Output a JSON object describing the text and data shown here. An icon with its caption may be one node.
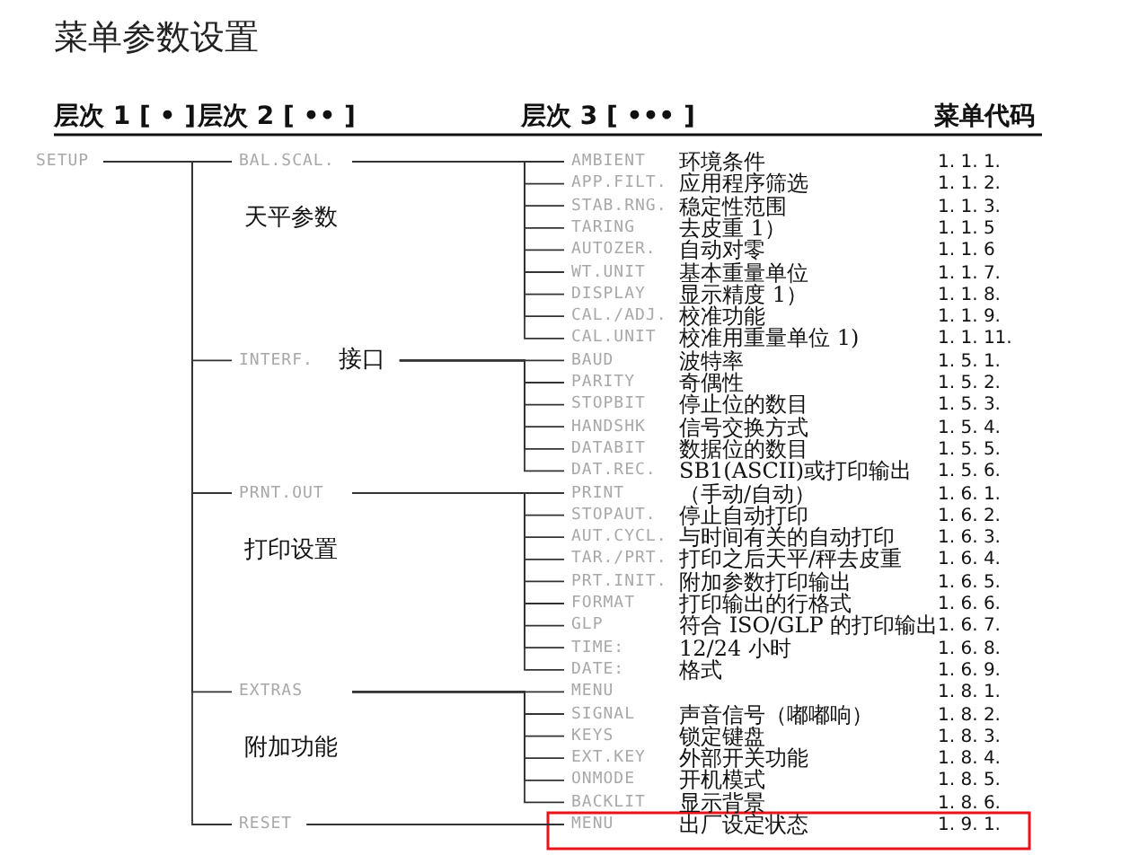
{
  "diagram": {
    "title": "菜单参数设置",
    "nodes": [
      {
        "text": [
          "SETUP"
        ]
      },
      {
        "text": [
          "BAL.SCAL.",
          "天平参数"
        ]
      },
      {
        "text": [
          "AMBIENT",
          "环境条件"
        ],
        "beside": [
          "1. 1. 1."
        ]
      },
      {
        "text": [
          "APP.FILT.",
          "应用程序筛选"
        ],
        "beside": [
          "1. 1. 2."
        ]
      },
      {
        "text": [
          "STAB.RNG.",
          "稳定性范围"
        ],
        "beside": [
          "1. 1. 3."
        ]
      },
      {
        "text": [
          "TARING",
          "去皮重 1）"
        ],
        "beside": [
          "1. 1. 5"
        ]
      },
      {
        "text": [
          "AUTOZER.",
          "自动对零"
        ],
        "beside": [
          "1. 1. 6"
        ]
      },
      {
        "text": [
          "WT.UNIT",
          "基本重量单位"
        ],
        "beside": [
          "1. 1. 7."
        ]
      },
      {
        "text": [
          "DISPLAY",
          "显示精度 1）"
        ],
        "beside": [
          "1. 1. 8."
        ]
      },
      {
        "text": [
          "CAL./ADJ.",
          "校准功能"
        ],
        "beside": [
          "1. 1. 9."
        ]
      },
      {
        "text": [
          "CAL.UNIT",
          "校准用重量单位 1)"
        ],
        "beside": [
          "1. 1. 11."
        ]
      },
      {
        "text": [
          "INTERF.",
          "接口"
        ]
      },
      {
        "text": [
          "BAUD",
          "波特率"
        ],
        "beside": [
          "1. 5. 1."
        ]
      },
      {
        "text": [
          "PARITY",
          "奇偶性"
        ],
        "beside": [
          "1. 5. 2."
        ]
      },
      {
        "text": [
          "STOPBIT",
          "停止位的数目"
        ],
        "beside": [
          "1. 5. 3."
        ]
      },
      {
        "text": [
          "HANDSHK",
          "信号交换方式"
        ],
        "beside": [
          "1. 5. 4."
        ]
      },
      {
        "text": [
          "DATABIT",
          "数据位的数目"
        ],
        "beside": [
          "1. 5. 5."
        ]
      },
      {
        "text": [
          "DAT.REC.",
          "SB1(ASCII)或打印输出"
        ],
        "beside": [
          "1. 5. 6."
        ]
      },
      {
        "text": [
          "PRNT.OUT",
          "打印设置"
        ]
      },
      {
        "text": [
          "PRINT",
          "（手动/自动）"
        ],
        "beside": [
          "1. 6. 1."
        ]
      },
      {
        "text": [
          "STOPAUT.",
          "停止自动打印"
        ],
        "beside": [
          "1. 6. 2."
        ]
      },
      {
        "text": [
          "AUT.CYCL.",
          "与时间有关的自动打印"
        ],
        "beside": [
          "1. 6. 3."
        ]
      },
      {
        "text": [
          "TAR./PRT.",
          "打印之后天平/秤去皮重"
        ],
        "beside": [
          "1. 6. 4."
        ]
      },
      {
        "text": [
          "PRT.INIT.",
          "附加参数打印输出"
        ],
        "beside": [
          "1. 6. 5."
        ]
      },
      {
        "text": [
          "FORMAT",
          "打印输出的行格式"
        ],
        "beside": [
          "1. 6. 6."
        ]
      },
      {
        "text": [
          "GLP",
          "符合 ISO/GLP 的打印输出"
        ],
        "beside": [
          "1. 6. 7."
        ]
      },
      {
        "text": [
          "TIME:",
          "12/24 小时"
        ],
        "beside": [
          "1. 6. 8."
        ]
      },
      {
        "text": [
          "DATE:",
          "格式"
        ],
        "beside": [
          "1. 6. 9."
        ]
      },
      {
        "text": [
          "EXTRAS",
          "附加功能"
        ]
      },
      {
        "text": [
          "MENU"
        ],
        "beside": [
          "1. 8. 1."
        ]
      },
      {
        "text": [
          "SIGNAL",
          "声音信号（嘟嘟响）"
        ],
        "beside": [
          "1. 8. 2."
        ]
      },
      {
        "text": [
          "KEYS",
          "锁定键盘"
        ],
        "beside": [
          "1. 8. 3."
        ]
      },
      {
        "text": [
          "EXT.KEY",
          "外部开关功能"
        ],
        "beside": [
          "1. 8. 4."
        ]
      },
      {
        "text": [
          "ONMODE",
          "开机模式"
        ],
        "beside": [
          "1. 8. 5."
        ]
      },
      {
        "text": [
          "BACKLIT",
          "显示背景"
        ],
        "beside": [
          "1. 8. 6."
        ]
      },
      {
        "text": [
          "RESET"
        ]
      },
      {
        "text": [
          "MENU",
          "出厂设定状态"
        ],
        "beside": [
          "1. 9. 1."
        ]
      }
    ],
    "edges": [
      {
        "from": 0,
        "to": 1,
        "arrow": "none"
      },
      {
        "from": 0,
        "to": 11,
        "arrow": "none"
      },
      {
        "from": 0,
        "to": 18,
        "arrow": "none"
      },
      {
        "from": 0,
        "to": 28,
        "arrow": "none"
      },
      {
        "from": 0,
        "to": 35,
        "arrow": "none"
      },
      {
        "from": 1,
        "to": 2,
        "arrow": "none"
      },
      {
        "from": 1,
        "to": 3,
        "arrow": "none"
      },
      {
        "from": 1,
        "to": 4,
        "arrow": "none"
      },
      {
        "from": 1,
        "to": 5,
        "arrow": "none"
      },
      {
        "from": 1,
        "to": 6,
        "arrow": "none"
      },
      {
        "from": 1,
        "to": 7,
        "arrow": "none"
      },
      {
        "from": 1,
        "to": 8,
        "arrow": "none"
      },
      {
        "from": 1,
        "to": 9,
        "arrow": "none"
      },
      {
        "from": 1,
        "to": 10,
        "arrow": "none"
      },
      {
        "from": 11,
        "to": 12,
        "arrow": "none"
      },
      {
        "from": 11,
        "to": 13,
        "arrow": "none"
      },
      {
        "from": 11,
        "to": 14,
        "arrow": "none"
      },
      {
        "from": 11,
        "to": 15,
        "arrow": "none"
      },
      {
        "from": 11,
        "to": 16,
        "arrow": "none"
      },
      {
        "from": 11,
        "to": 17,
        "arrow": "none"
      },
      {
        "from": 18,
        "to": 19,
        "arrow": "none"
      },
      {
        "from": 18,
        "to": 20,
        "arrow": "none"
      },
      {
        "from": 18,
        "to": 21,
        "arrow": "none"
      },
      {
        "from": 18,
        "to": 22,
        "arrow": "none"
      },
      {
        "from": 18,
        "to": 23,
        "arrow": "none"
      },
      {
        "from": 18,
        "to": 24,
        "arrow": "none"
      },
      {
        "from": 18,
        "to": 25,
        "arrow": "none"
      },
      {
        "from": 18,
        "to": 26,
        "arrow": "none"
      },
      {
        "from": 18,
        "to": 27,
        "arrow": "none"
      },
      {
        "from": 28,
        "to": 29,
        "arrow": "none"
      },
      {
        "from": 28,
        "to": 30,
        "arrow": "none"
      },
      {
        "from": 28,
        "to": 31,
        "arrow": "none"
      },
      {
        "from": 28,
        "to": 32,
        "arrow": "none"
      },
      {
        "from": 28,
        "to": 33,
        "arrow": "none"
      },
      {
        "from": 28,
        "to": 34,
        "arrow": "none"
      },
      {
        "from": 35,
        "to": 36,
        "arrow": "none"
      }
    ],
    "labels": [
      "层次 1 [ • ]",
      "层次 2 [ •• ]",
      "层次 3 [ ••• ]",
      "菜单代码"
    ]
  }
}
